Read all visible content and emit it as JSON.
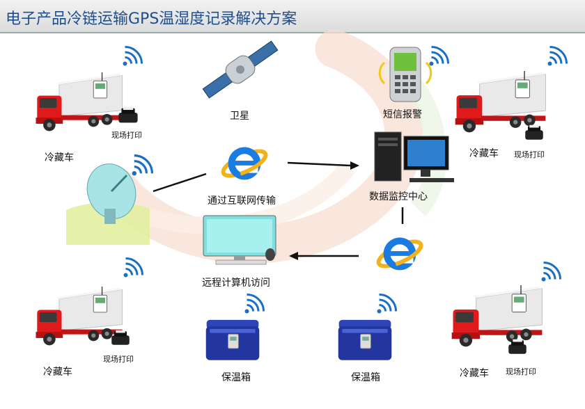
{
  "title": "电子产品冷链运输GPS温湿度记录解决方案",
  "nodes": {
    "satellite": "卫星",
    "sms_alarm": "短信报警",
    "internet": "通过互联网传输",
    "data_center": "数据监控中心",
    "remote_access": "远程计算机访问",
    "truck_label": "冷藏车",
    "printer_label": "现场打印",
    "cooler_label": "保温箱"
  },
  "colors": {
    "title_text": "#1f4e8c",
    "truck_cab": "#e0191b",
    "signal": "#1a6fc4",
    "cooler": "#2336a0",
    "swirl": "#f7ddd0",
    "dish": "#a8e3e6"
  }
}
